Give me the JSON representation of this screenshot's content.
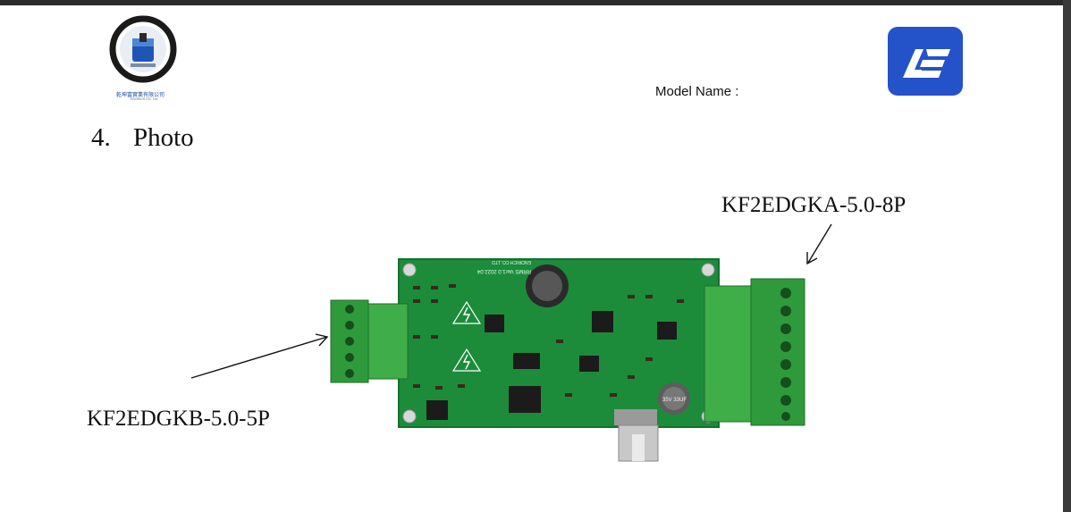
{
  "header": {
    "company_logo_cn": "乾坤富實業有限公司",
    "company_logo_en": "ENORICH CO., Ltd.",
    "model_name_label": "Model Name :"
  },
  "section": {
    "number": "4.",
    "title": "Photo"
  },
  "photo": {
    "label_right_connector": "KF2EDGKA-5.0-8P",
    "label_left_connector": "KF2EDGKB-5.0-5P",
    "pcb_silkscreen_1": "RRMS Ver1.0 2022.04",
    "pcb_silkscreen_2": "ENORICH CO.,LTD",
    "capacitor_marking": "35V 33UF"
  },
  "colors": {
    "pcb_green": "#1c8c3a",
    "terminal_green": "#2f9a3c",
    "brand_blue": "#2453c9"
  }
}
